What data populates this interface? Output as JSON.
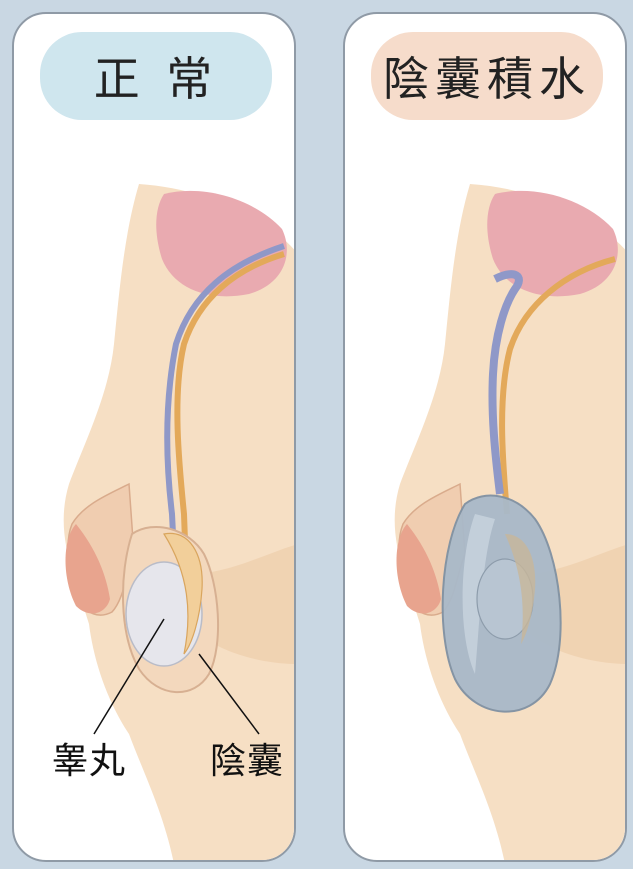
{
  "normal": {
    "title": "正 常",
    "labels": {
      "testis": "睾丸",
      "scrotum": "陰囊"
    }
  },
  "hydrocele": {
    "title": "陰囊積水"
  },
  "colors": {
    "normal_header": "#cfe6ee",
    "hydrocele_header": "#f6dccb",
    "skin": "#f4dcc0",
    "fluid": "#9fb2c4",
    "vessel_blue": "#8f98c8",
    "vessel_orange": "#e3a95a",
    "bladder_pink": "#e9a5ab"
  }
}
